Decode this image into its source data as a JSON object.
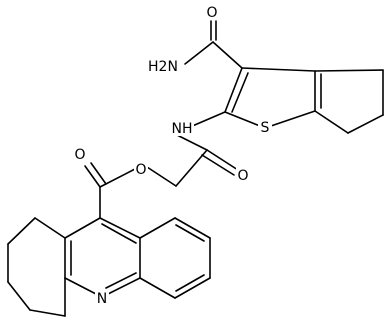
{
  "molecule": {
    "labels": {
      "amide_n": "H2N",
      "amide_o": "O",
      "linker_nh": "NH",
      "sulfur": "S",
      "acyl_o": "O",
      "ester_o_link": "O",
      "ester_o_carbonyl": "O",
      "ring_n": "N"
    }
  }
}
